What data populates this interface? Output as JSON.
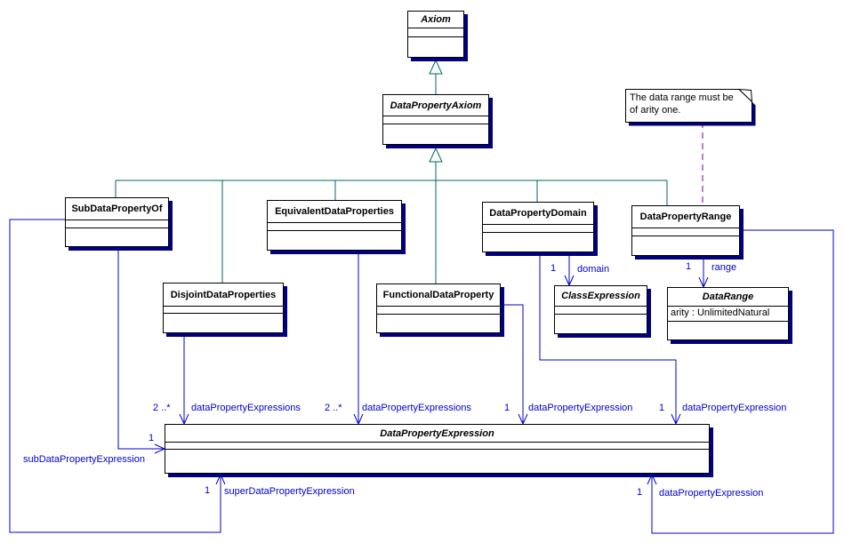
{
  "classes": {
    "axiom": {
      "name": "Axiom",
      "abstract": true
    },
    "data_property_axiom": {
      "name": "DataPropertyAxiom",
      "abstract": true
    },
    "sub_data_property_of": {
      "name": "SubDataPropertyOf",
      "abstract": false
    },
    "equivalent_data_properties": {
      "name": "EquivalentDataProperties",
      "abstract": false
    },
    "disjoint_data_properties": {
      "name": "DisjointDataProperties",
      "abstract": false
    },
    "functional_data_property": {
      "name": "FunctionalDataProperty",
      "abstract": false
    },
    "data_property_domain": {
      "name": "DataPropertyDomain",
      "abstract": false
    },
    "data_property_range": {
      "name": "DataPropertyRange",
      "abstract": false
    },
    "class_expression": {
      "name": "ClassExpression",
      "abstract": true
    },
    "data_range": {
      "name": "DataRange",
      "abstract": true,
      "attribute": "arity : UnlimitedNatural"
    },
    "data_property_expression": {
      "name": "DataPropertyExpression",
      "abstract": true
    }
  },
  "note": {
    "text": "The data range must be of arity one."
  },
  "edge_labels": {
    "disjoint_dpe": {
      "multiplicity": "2 ..*",
      "role": "dataPropertyExpressions"
    },
    "equivalent_dpe": {
      "multiplicity": "2 ..*",
      "role": "dataPropertyExpressions"
    },
    "functional_dpe": {
      "multiplicity": "1",
      "role": "dataPropertyExpression"
    },
    "domain_dpe": {
      "multiplicity": "1",
      "role": "dataPropertyExpression"
    },
    "domain": {
      "multiplicity": "1",
      "role": "domain"
    },
    "range": {
      "multiplicity": "1",
      "role": "range"
    },
    "range_dpe": {
      "multiplicity": "1",
      "role": "dataPropertyExpression"
    },
    "sub_dpe": {
      "multiplicity": "1",
      "role": "subDataPropertyExpression"
    },
    "super_dpe": {
      "multiplicity": "1",
      "role": "superDataPropertyExpression"
    }
  },
  "colors": {
    "association": "#0000cd",
    "generalization": "#006666",
    "box_shadow": "#000080",
    "note_anchor": "#800080",
    "box_border": "#000000",
    "background": "#ffffff"
  }
}
